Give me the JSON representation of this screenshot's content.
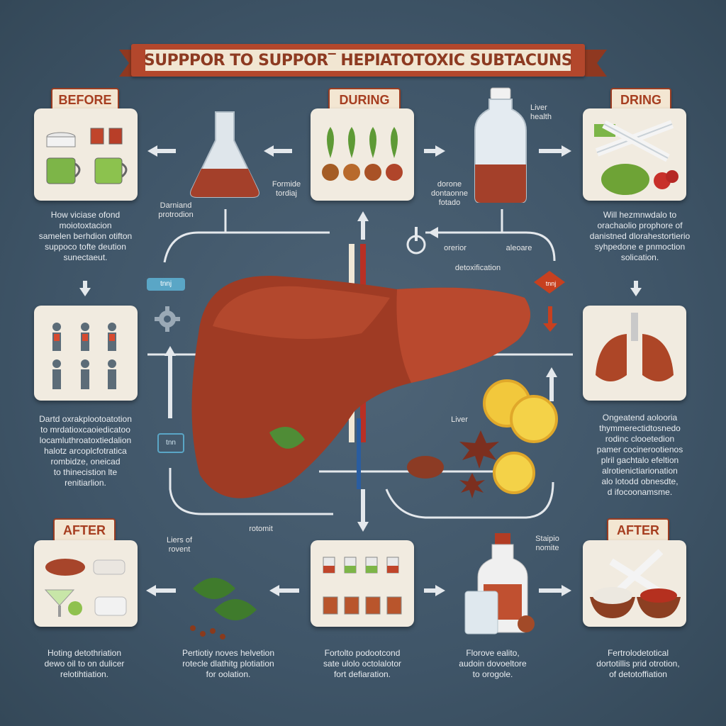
{
  "title": "SUPPPOR TO SUPPOR‾ HEPIATOTOXIC SUBTACUNS",
  "stages": {
    "before": "BEFORE",
    "during": "DURING",
    "dring": "DRING",
    "after_left": "AFTER",
    "after_right": "AFTER"
  },
  "captions": {
    "before": "How viciase ofond\nmoiotoxtacion\nsamelen berhdion otifton\nsuppoco tofte deution\nsunectaeut.",
    "left_mid": "Dartd oxrakplootoatotion\nto mrdatioxcaoiedicatoo\nlocamluthroatoxtiedalion\nhalotz arcoplcfotratica\nrombidze, oneicad\nto thinecistion lte\nrenitiarlion.",
    "dring": "Will hezmnwdalo to\norachaolio prophore of\ndanistned dlorahestortierio\nsyhpedone e pnmoction\nsolication.",
    "right_mid": "Ongeatend aolooria\nthymmerectidtosnedo\nrodinc clooetedion\npamer cocinerootienos\nplril gachtalo efeltion\nalrotienictiarionation\nalo lotodd obnesdte,\nd ifocoonamsme.",
    "after_left": "Hoting detothriation\ndewo oil to on dulicer\nrelotihtiation.",
    "after_mid1": "Pertiotiy noves helvetion\nrotecle dlathitg plotiation\nfor oolation.",
    "after_mid2": "Fortolto podootcond\nsate ulolo octolalotor\nfort defiaration.",
    "after_mid3": "Florove ealito,\naudoin dovoeltore\nto orogole.",
    "after_right": "Fertrolodetotical\ndortotillis prid otrotion,\nof detotoffiation"
  },
  "labels": {
    "formide": "Formide\ntordiaj",
    "damiand": "Darniand\nprotrodion",
    "dorone": "dorone\ndontaonne\nfotado",
    "liver_health": "Liver\nhealth",
    "orerior": "orerior",
    "aleoare": "aleoare",
    "detoxification": "detoxification",
    "liver_center": "Liver",
    "rotomit": "rotomit",
    "liers_of_rovent": "Liers of\nrovent",
    "staipio_nomite": "Staipio\nnomite",
    "tag1": "tnnj",
    "tag2": "tnn",
    "tag3": "tnnj"
  },
  "colors": {
    "background": "#3f5568",
    "banner": "#b3472c",
    "card": "#f1ebe0",
    "liver": "#a33d22"
  }
}
